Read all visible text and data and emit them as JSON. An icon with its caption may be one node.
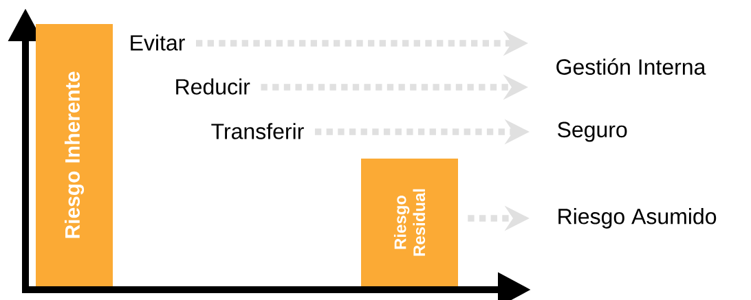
{
  "diagram": {
    "nodes": [
      {
        "text": [
          "Riesgo Inherente"
        ]
      },
      {
        "text": [
          "Evitar"
        ]
      },
      {
        "text": [
          "Reducir"
        ]
      },
      {
        "text": [
          "Transferir"
        ]
      },
      {
        "text": [
          "Gestión Interna"
        ]
      },
      {
        "text": [
          "Seguro"
        ]
      },
      {
        "text": [
          "Riesgo Residual"
        ]
      },
      {
        "text": [
          "Riesgo Asumido"
        ]
      }
    ],
    "edges": [
      {
        "from": 1,
        "to": 4,
        "arrow": "to",
        "style": "dashed"
      },
      {
        "from": 2,
        "to": 4,
        "arrow": "to",
        "style": "dashed"
      },
      {
        "from": 3,
        "to": 5,
        "arrow": "to",
        "style": "dashed"
      },
      {
        "from": 6,
        "to": 7,
        "arrow": "to",
        "style": "dashed"
      }
    ]
  }
}
